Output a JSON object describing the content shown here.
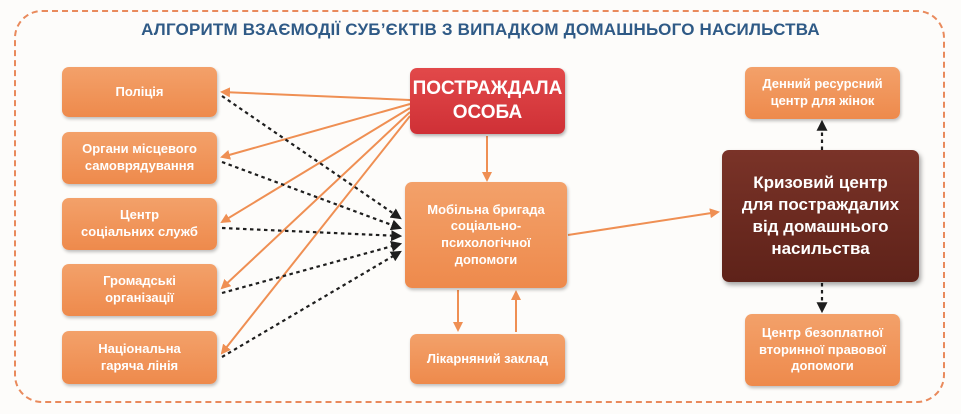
{
  "title": "АЛГОРИТМ ВЗАЄМОДІЇ СУБ’ЄКТІВ З ВИПАДКОМ ДОМАШНЬОГО НАСИЛЬСТВА",
  "left_boxes": {
    "police": "Поліція",
    "local_government": "Органи місцевого\nсамоврядування",
    "social_services": "Центр\nсоціальних служб",
    "public_orgs": "Громадські\nорганізації",
    "hotline": "Національна\nгаряча лінія"
  },
  "victim": "ПОСТРАЖДАЛА\nОСОБА",
  "mobile_team": "Мобільна бригада\nсоціально-\nпсихологічної\nдопомоги",
  "hospital": "Лікарняний заклад",
  "crisis_center": "Кризовий центр\nдля постраждалих\nвід домашнього\nнасильства",
  "day_center": "Денний ресурсний\nцентр для жінок",
  "legal_aid": "Центр безоплатної\nвторинної правової\nдопомоги",
  "colors": {
    "orange": "#ef8f53",
    "red": "#d63a3d",
    "brown": "#6a2a20",
    "title": "#2f5a86",
    "frame": "#e98a5c",
    "dotted_arrow": "#1e1e1e"
  }
}
